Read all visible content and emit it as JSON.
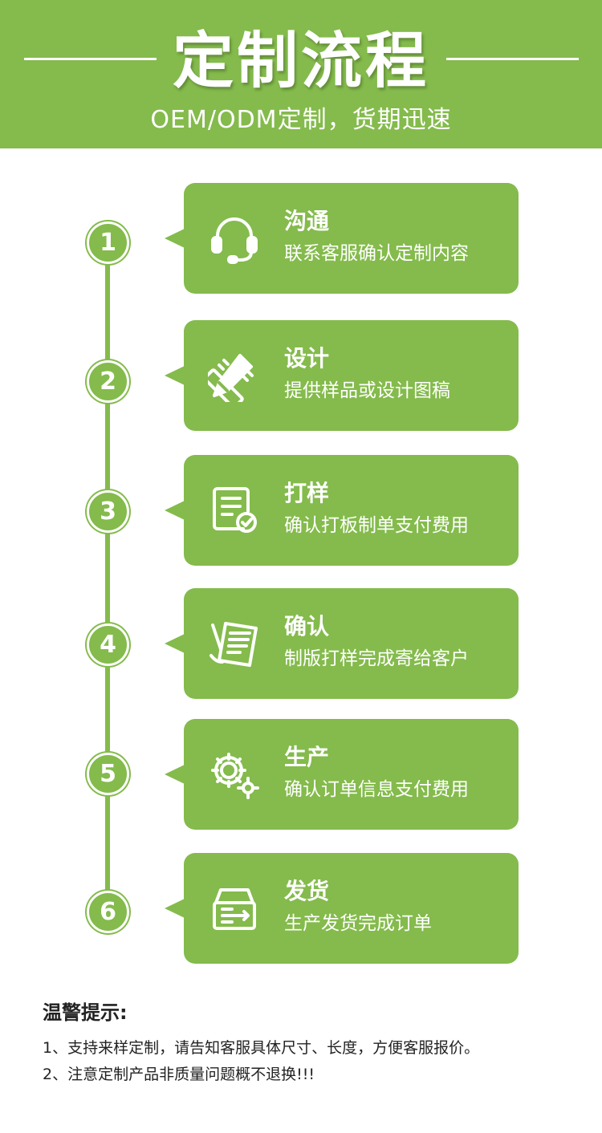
{
  "header": {
    "title": "定制流程",
    "subtitle": "OEM/ODM定制，货期迅速"
  },
  "steps": [
    {
      "number": "1",
      "title": "沟通",
      "desc": "联系客服确认定制内容",
      "icon": "headset-icon"
    },
    {
      "number": "2",
      "title": "设计",
      "desc": "提供样品或设计图稿",
      "icon": "pencil-ruler-icon"
    },
    {
      "number": "3",
      "title": "打样",
      "desc": "确认打板制单支付费用",
      "icon": "document-check-icon"
    },
    {
      "number": "4",
      "title": "确认",
      "desc": "制版打样完成寄给客户",
      "icon": "document-sign-icon"
    },
    {
      "number": "5",
      "title": "生产",
      "desc": "确认订单信息支付费用",
      "icon": "gears-icon"
    },
    {
      "number": "6",
      "title": "发货",
      "desc": "生产发货完成订单",
      "icon": "box-shipping-icon"
    }
  ],
  "tips": {
    "title": "温警提示:",
    "items": [
      "1、支持来样定制，请告知客服具体尺寸、长度，方便客服报价。",
      "2、注意定制产品非质量问题概不退换!!!"
    ]
  },
  "colors": {
    "accent": "#84bb4c",
    "text_dark": "#222222",
    "background": "#ffffff"
  }
}
